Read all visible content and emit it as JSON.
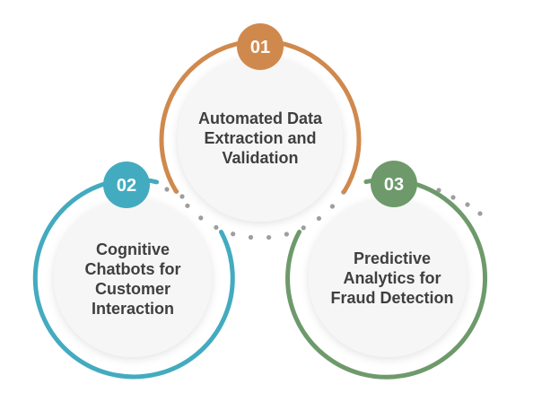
{
  "steps": [
    {
      "number": "01",
      "title_lines": [
        "Automated Data",
        "Extraction and",
        "Validation"
      ],
      "color": "#D0894D"
    },
    {
      "number": "02",
      "title_lines": [
        "Cognitive",
        "Chatbots for",
        "Customer",
        "Interaction"
      ],
      "color": "#43ABBF"
    },
    {
      "number": "03",
      "title_lines": [
        "Predictive",
        "Analytics for",
        "Fraud Detection"
      ],
      "color": "#6E9A6B"
    }
  ],
  "colors": {
    "circle_fill": "#F6F6F6",
    "dots": "#9E9E9E",
    "text": "#3F3F3F"
  }
}
